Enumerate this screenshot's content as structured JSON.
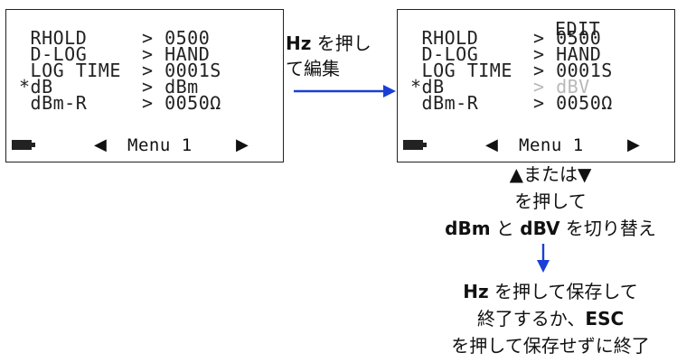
{
  "screen_left": {
    "rows": [
      {
        "label": " RHOLD",
        "value": "> 0500"
      },
      {
        "label": " D-LOG",
        "value": "> HAND"
      },
      {
        "label": " LOG TIME",
        "value": "> 0001S"
      },
      {
        "label": "*dB",
        "value": "> dBm"
      },
      {
        "label": " dBm-R",
        "value": "> 0050Ω"
      }
    ],
    "nav_left": "◀",
    "menu": "Menu 1",
    "nav_right": "▶"
  },
  "screen_right": {
    "edit_tag": "EDIT",
    "rows": [
      {
        "label": " RHOLD",
        "value": "> 0500"
      },
      {
        "label": " D-LOG",
        "value": "> HAND"
      },
      {
        "label": " LOG TIME",
        "value": "> 0001S"
      },
      {
        "label": "*dB",
        "value": "> dBV"
      },
      {
        "label": " dBm-R",
        "value": "> 0050Ω"
      }
    ],
    "nav_left": "◀",
    "menu": "Menu 1",
    "nav_right": "▶"
  },
  "arrow_caption": {
    "key": "Hz",
    "line1_rest": " を押し",
    "line2": "て編集"
  },
  "step1": {
    "line1": "▲または▼",
    "line2": "を押して",
    "line3_a": "dBm",
    "line3_b": " と ",
    "line3_c": "dBV",
    "line3_d": " を切り替え"
  },
  "step2": {
    "line1_key": "Hz",
    "line1_rest": " を押して保存して",
    "line2_a": "終了するか、",
    "line2_key": "ESC",
    "line3": "を押して保存せずに終了"
  },
  "colors": {
    "arrow": "#1a3fd6",
    "dim_value": "#b8b8b8"
  }
}
